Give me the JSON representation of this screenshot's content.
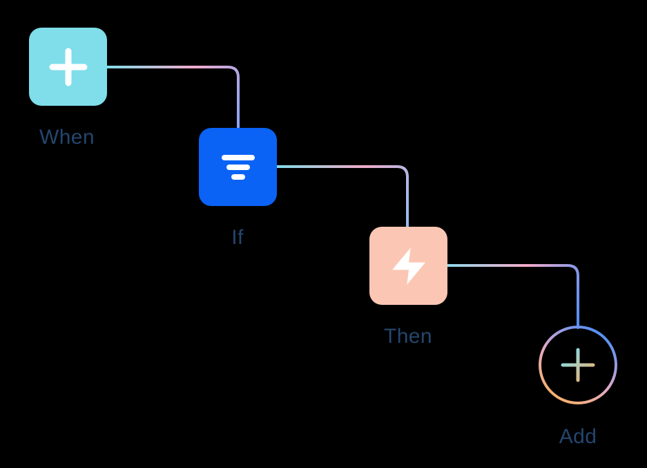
{
  "canvas": {
    "background": "#000000"
  },
  "nodes": [
    {
      "id": "when",
      "label": "When",
      "icon": "plus-icon",
      "color": "#7FDEEA"
    },
    {
      "id": "if",
      "label": "If",
      "icon": "filter-icon",
      "color": "#0B63F6"
    },
    {
      "id": "then",
      "label": "Then",
      "icon": "lightning-icon",
      "color": "#FBC7B4"
    },
    {
      "id": "add",
      "label": "Add",
      "icon": "plus-icon",
      "shape": "gradient-outline-circle"
    }
  ],
  "colors": {
    "label": "#24466E",
    "icon": "#FFFFFF"
  },
  "gradients": {
    "connector_when_if": [
      "#7FDEEA",
      "#F2ABCD",
      "#8AA4F4"
    ],
    "connector_if_then": [
      "#7FDEEA",
      "#F2ABC8",
      "#93BDF2"
    ],
    "connector_then_add": [
      "#8ED8EC",
      "#F2ABC8",
      "#4D8EF7"
    ],
    "add_circle": [
      "#4D8EF7",
      "#E3A8C9",
      "#F6B06C"
    ],
    "add_plus": [
      "#7FDEEA",
      "#F6B06C"
    ]
  }
}
